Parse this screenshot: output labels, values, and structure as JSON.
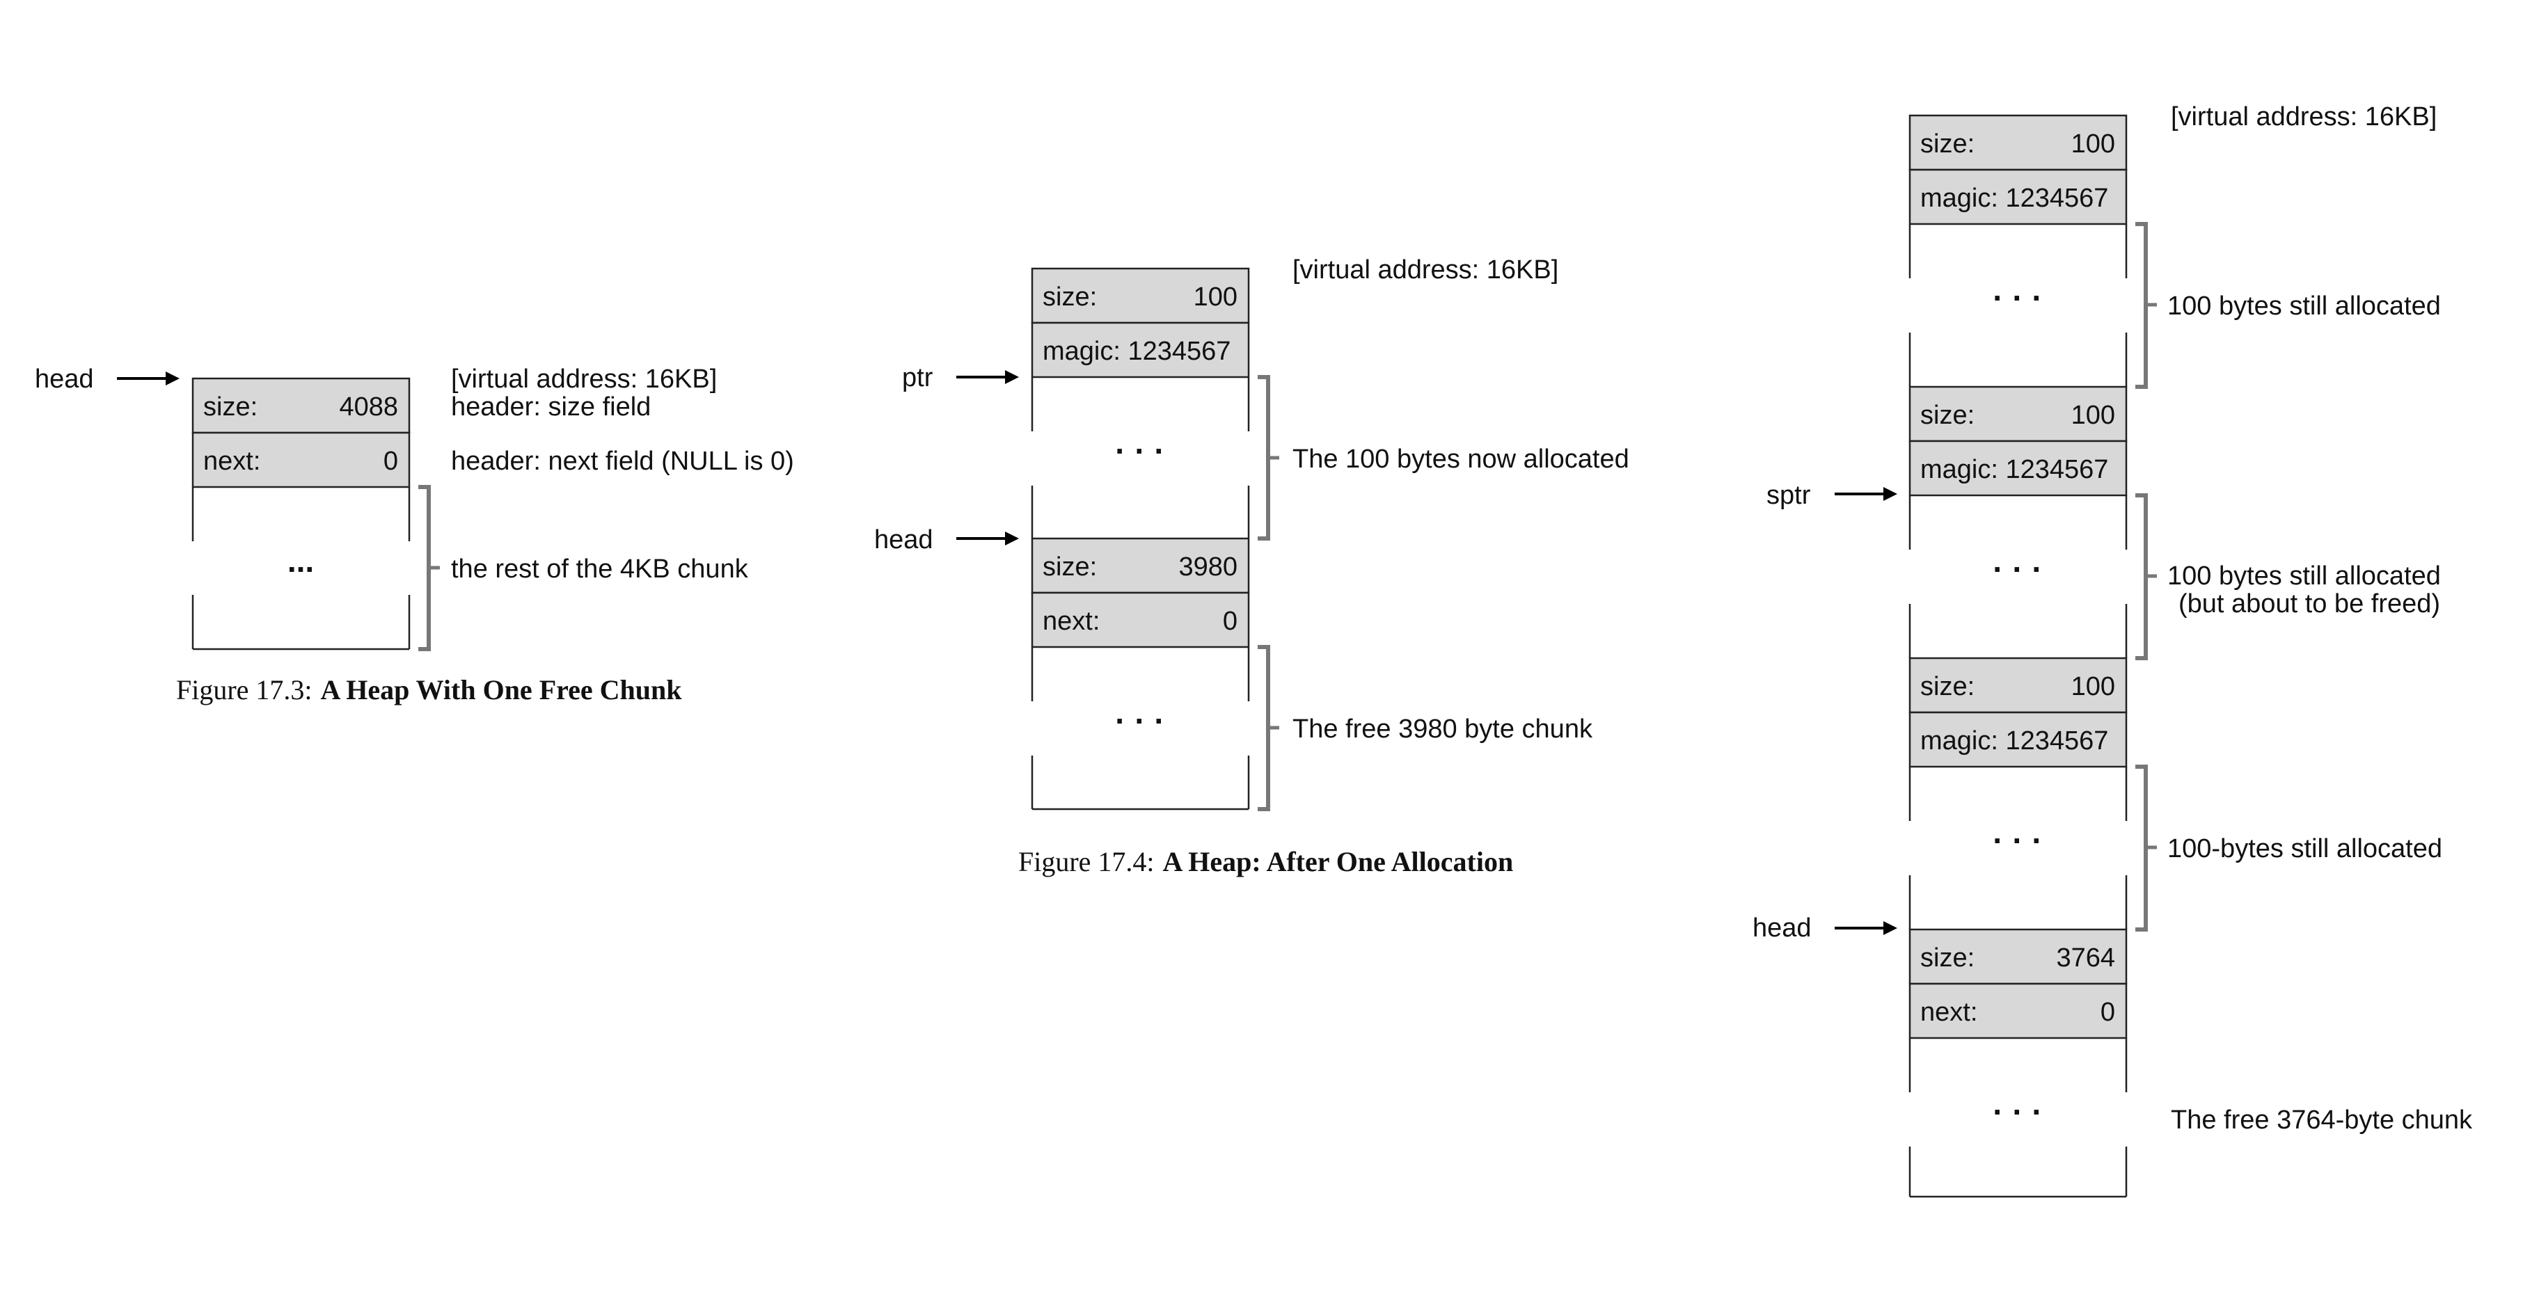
{
  "fig3": {
    "head": "head",
    "size_label": "size:",
    "size_value": "4088",
    "next_label": "next:",
    "next_value": "0",
    "dots": "...",
    "ann_vaddr": "[virtual address: 16KB]",
    "ann_size": "header: size field",
    "ann_next": "header: next field (NULL is 0)",
    "ann_rest": "the rest of the 4KB chunk",
    "caption_num": "Figure 17.3:",
    "caption_title": "A Heap With One Free Chunk"
  },
  "fig4": {
    "ptr": "ptr",
    "head": "head",
    "size1_label": "size:",
    "size1_value": "100",
    "magic1": "magic: 1234567",
    "dots1": "· · ·",
    "size2_label": "size:",
    "size2_value": "3980",
    "next_label": "next:",
    "next_value": "0",
    "dots2": "· · ·",
    "ann_vaddr": "[virtual address: 16KB]",
    "ann_alloc": "The 100 bytes now allocated",
    "ann_free": "The free 3980 byte chunk",
    "caption_num": "Figure 17.4:",
    "caption_title": "A Heap: After One Allocation"
  },
  "fig5": {
    "sptr": "sptr",
    "head": "head",
    "ann_vaddr": "[virtual address: 16KB]",
    "b1_size_label": "size:",
    "b1_size_value": "100",
    "b1_magic": "magic: 1234567",
    "b1_dots": "· · ·",
    "b1_ann": "100 bytes still allocated",
    "b2_size_label": "size:",
    "b2_size_value": "100",
    "b2_magic": "magic: 1234567",
    "b2_dots": "· · ·",
    "b2_ann_1": "100 bytes still allocated",
    "b2_ann_2": "(but about to be freed)",
    "b3_size_label": "size:",
    "b3_size_value": "100",
    "b3_magic": "magic: 1234567",
    "b3_dots": "· · ·",
    "b3_ann": "100-bytes still allocated",
    "b4_size_label": "size:",
    "b4_size_value": "3764",
    "b4_next_label": "next:",
    "b4_next_value": "0",
    "b4_dots": "· · ·",
    "b4_ann": "The free 3764-byte chunk"
  }
}
